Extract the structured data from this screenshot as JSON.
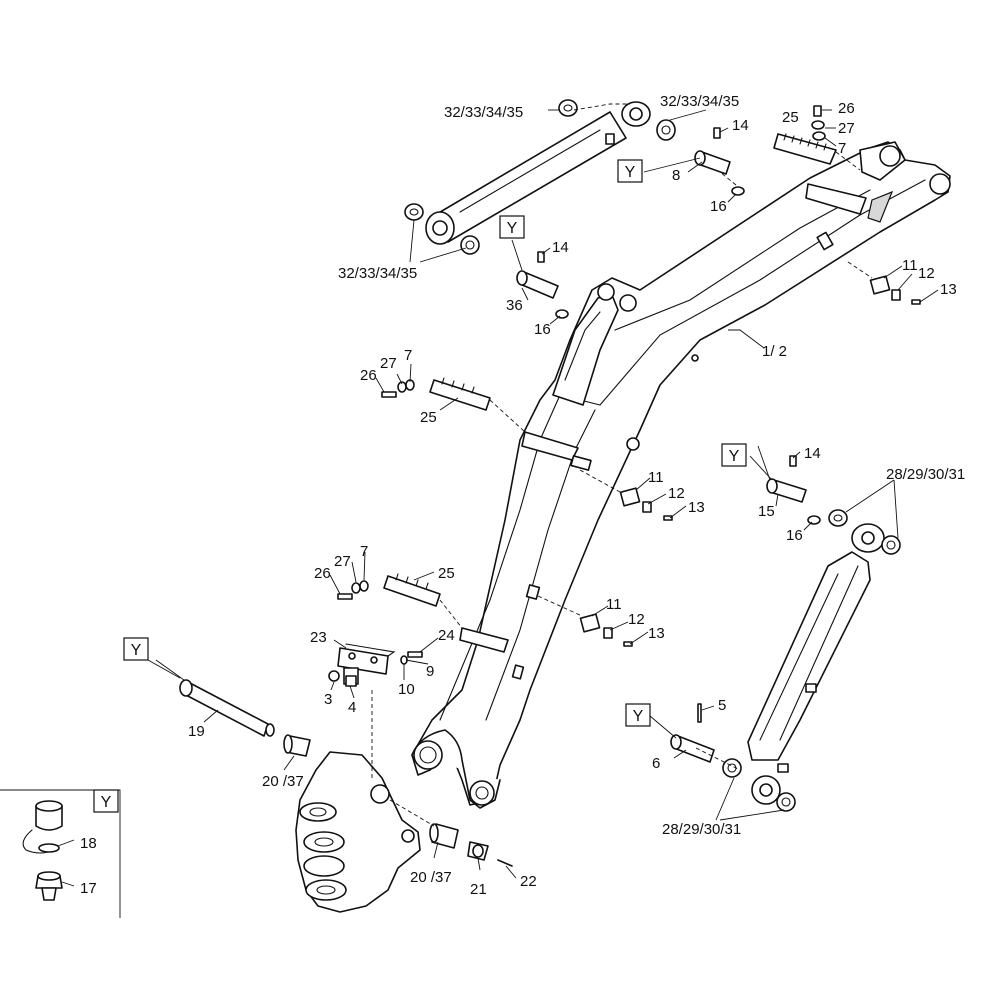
{
  "callouts": {
    "c_32_tl": "32/33/34/35",
    "c_32_tr": "32/33/34/35",
    "c_32_bl": "32/33/34/35",
    "c_26_top": "26",
    "c_27_top": "27",
    "c_7_top": "7",
    "c_25_top": "25",
    "c_14_top": "14",
    "c_8": "8",
    "c_16_top": "16",
    "c_14_mid": "14",
    "c_36": "36",
    "c_16_mid": "16",
    "c_11_top": "11",
    "c_12_top": "12",
    "c_13_top": "13",
    "c_1_2": "1/ 2",
    "c_27_left": "27",
    "c_7_left": "7",
    "c_26_left": "26",
    "c_25_left": "25",
    "c_11_mid": "11",
    "c_12_mid": "12",
    "c_13_mid": "13",
    "c_14_right": "14",
    "c_15": "15",
    "c_16_right": "16",
    "c_28_top": "28/29/30/31",
    "c_27_low": "27",
    "c_7_low": "7",
    "c_26_low": "26",
    "c_25_low": "25",
    "c_11_low": "11",
    "c_12_low": "12",
    "c_13_low": "13",
    "c_23": "23",
    "c_24": "24",
    "c_9": "9",
    "c_10": "10",
    "c_3": "3",
    "c_4": "4",
    "c_19": "19",
    "c_20_37_a": "20 /37",
    "c_5": "5",
    "c_6": "6",
    "c_28_bottom": "28/29/30/31",
    "c_18": "18",
    "c_17": "17",
    "c_20_37_b": "20 /37",
    "c_21": "21",
    "c_22": "22"
  },
  "y_boxes": {
    "y1": "Y",
    "y2": "Y",
    "y3": "Y",
    "y4": "Y",
    "y5": "Y",
    "y6": "Y"
  }
}
